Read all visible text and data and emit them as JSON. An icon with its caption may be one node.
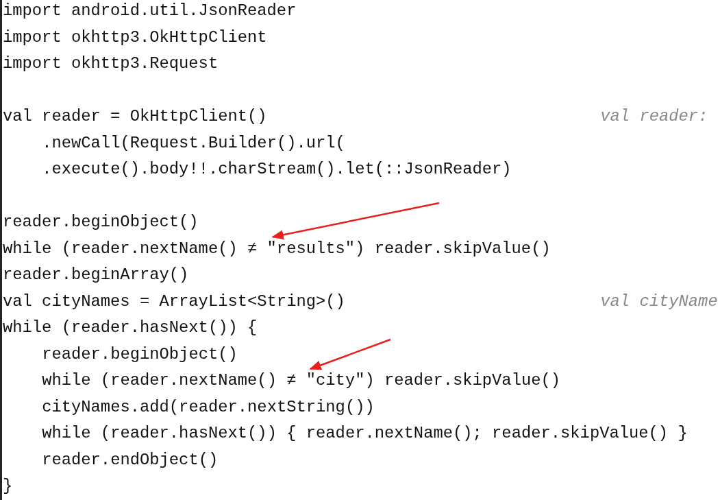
{
  "diagram": {
    "nodes": [
      {
        "text": [
          "while (reader.nextName() ≠ \"results\") reader.skipValue()"
        ]
      },
      {
        "text": [
          "while (reader.nextName() ≠ \"city\") reader.skipValue()"
        ]
      }
    ],
    "edges": [
      {
        "from": null,
        "to": 0,
        "arrow": "to",
        "color": "#e8201c"
      },
      {
        "from": null,
        "to": 1,
        "arrow": "to",
        "color": "#e8201c"
      }
    ],
    "labels": [
      "import android.util.JsonReader",
      "import okhttp3.OkHttpClient",
      "import okhttp3.Request",
      "val reader = OkHttpClient()",
      "val reader:",
      ".newCall(Request.Builder().url(",
      ".execute().body!!.charStream().let(::JsonReader)",
      "reader.beginObject()",
      "reader.beginArray()",
      "val cityNames = ArrayList<String>()",
      "val cityName",
      "while (reader.hasNext()) {",
      "reader.beginObject()",
      "cityNames.add(reader.nextString())",
      "while (reader.hasNext()) { reader.nextName(); reader.skipValue() }",
      "reader.endObject()",
      "}"
    ]
  }
}
